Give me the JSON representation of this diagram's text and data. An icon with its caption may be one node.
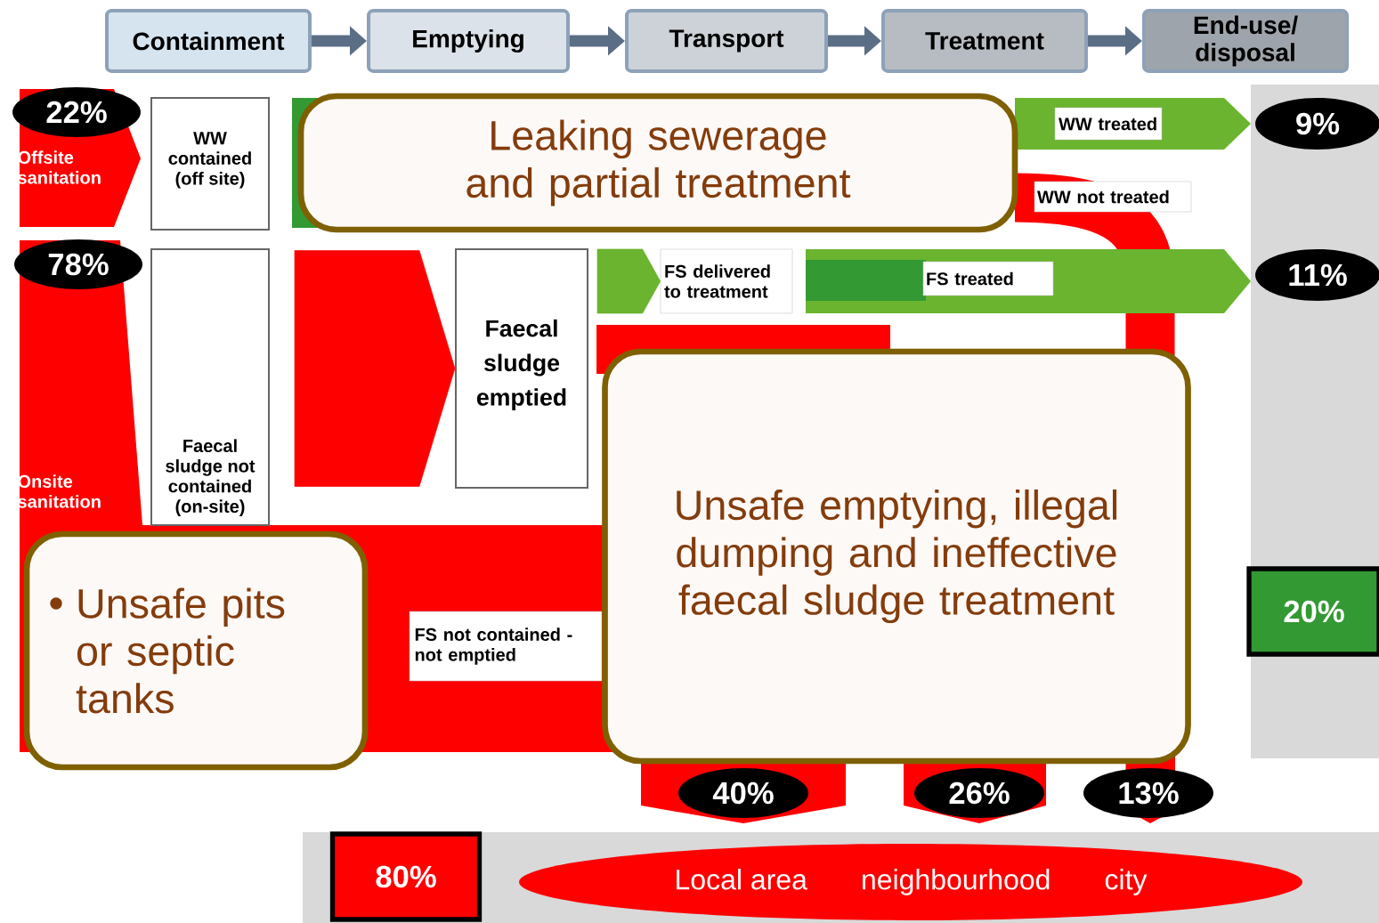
{
  "diagram": {
    "nodes": [
      {
        "text": [
          "Containment"
        ]
      },
      {
        "text": [
          "Emptying"
        ]
      },
      {
        "text": [
          "Transport"
        ]
      },
      {
        "text": [
          "Treatment"
        ]
      },
      {
        "text": [
          "End-use/ disposal"
        ]
      },
      {
        "text": [
          "22%"
        ]
      },
      {
        "text": [
          "Offsite sanitation"
        ]
      },
      {
        "text": [
          "WW contained (off site)"
        ]
      },
      {
        "text": [
          "WW treated"
        ]
      },
      {
        "text": [
          "WW not treated"
        ]
      },
      {
        "text": [
          "9%"
        ]
      },
      {
        "text": [
          "78%"
        ]
      },
      {
        "text": [
          "Onsite sanitation"
        ]
      },
      {
        "text": [
          "Faecal sludge not contained (on-site)"
        ]
      },
      {
        "text": [
          "Faecal sludge emptied"
        ]
      },
      {
        "text": [
          "FS delivered to treatment"
        ]
      },
      {
        "text": [
          "FS treated"
        ]
      },
      {
        "text": [
          "11%"
        ]
      },
      {
        "text": [
          "FS not contained - not emptied"
        ]
      },
      {
        "text": [
          "20%"
        ]
      },
      {
        "text": [
          "40%"
        ]
      },
      {
        "text": [
          "26%"
        ]
      },
      {
        "text": [
          "13%"
        ]
      },
      {
        "text": [
          "80%"
        ]
      },
      {
        "text": [
          "Local area",
          "neighbourhood",
          "city"
        ]
      },
      {
        "text": [
          "Leaking sewerage and partial treatment"
        ]
      },
      {
        "text": [
          "Unsafe emptying, illegal dumping and ineffective faecal sludge treatment"
        ]
      },
      {
        "text": [
          "Unsafe pits or septic tanks"
        ]
      }
    ],
    "edges": [
      {
        "from": 0,
        "to": 1,
        "arrow": "to"
      },
      {
        "from": 1,
        "to": 2,
        "arrow": "to"
      },
      {
        "from": 2,
        "to": 3,
        "arrow": "to"
      },
      {
        "from": 3,
        "to": 4,
        "arrow": "to"
      },
      {
        "from": 13,
        "to": 14,
        "arrow": "to",
        "style": "thick",
        "color": "#ff0000"
      },
      {
        "from": 14,
        "to": 15,
        "arrow": "to",
        "style": "thick",
        "color": "#6ab42f"
      }
    ]
  }
}
